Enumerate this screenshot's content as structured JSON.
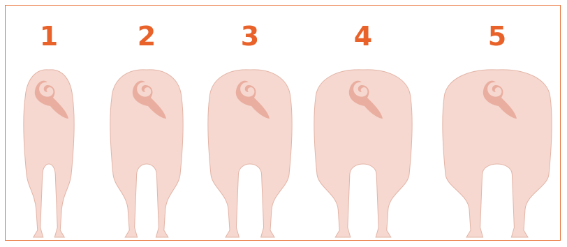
{
  "colors": {
    "frame": "#e9753a",
    "number": "#e8622a",
    "body": "#f6d8d0",
    "outline": "#e2b4a6",
    "tail": "#e9aea0"
  },
  "pigs": [
    {
      "label": "1",
      "body_condition": 1
    },
    {
      "label": "2",
      "body_condition": 2
    },
    {
      "label": "3",
      "body_condition": 3
    },
    {
      "label": "4",
      "body_condition": 4
    },
    {
      "label": "5",
      "body_condition": 5
    }
  ]
}
